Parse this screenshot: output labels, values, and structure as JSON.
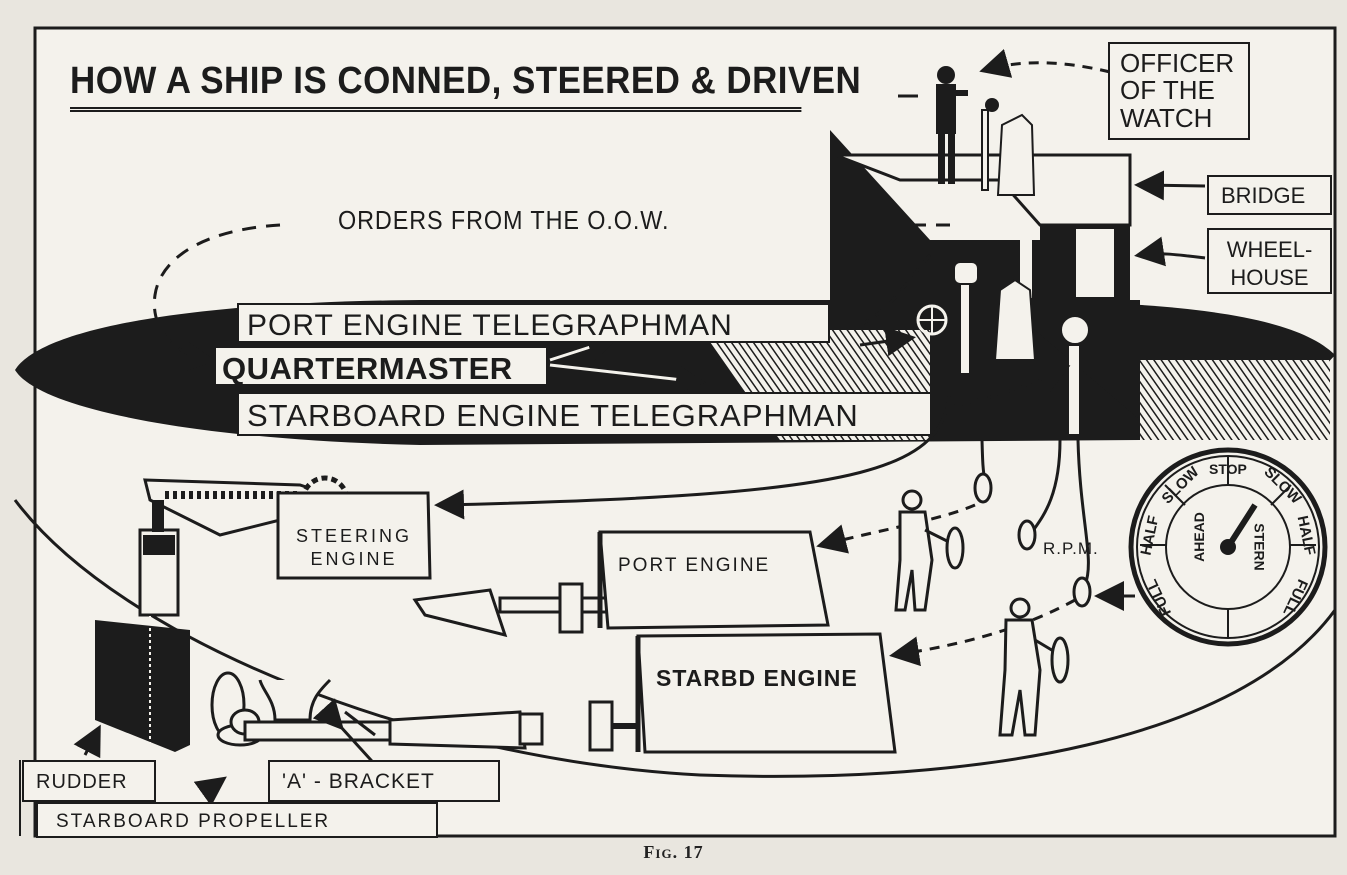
{
  "title": "HOW A SHIP IS CONNED, STEERED & DRIVEN",
  "orders_text": "ORDERS FROM THE O.O.W.",
  "labels": {
    "officer_line1": "OFFICER",
    "officer_line2": "OF THE",
    "officer_line3": "WATCH",
    "bridge": "BRIDGE",
    "wheelhouse_line1": "WHEEL-",
    "wheelhouse_line2": "HOUSE",
    "port_telegraphman": "PORT ENGINE TELEGRAPHMAN",
    "quartermaster": "QUARTERMASTER",
    "starboard_telegraphman": "STARBOARD ENGINE TELEGRAPHMAN",
    "steering_engine_line1": "STEERING",
    "steering_engine_line2": "ENGINE",
    "port_engine": "PORT ENGINE",
    "starboard_engine": "STARBD ENGINE",
    "rpm": "R.P.M.",
    "rudder": "RUDDER",
    "a_bracket": "'A' - BRACKET",
    "starboard_propeller": "STARBOARD PROPELLER"
  },
  "telegraph_dial": {
    "left": [
      "FULL",
      "HALF",
      "SLOW"
    ],
    "center": "STOP",
    "right": [
      "SLOW",
      "HALF",
      "FULL"
    ],
    "ahead": "AHEAD",
    "astern": "STERN"
  },
  "figure_caption": "Fig. 17",
  "colors": {
    "ink": "#1c1c1c",
    "paper": "#f4f2ec",
    "background": "#e9e6df"
  }
}
